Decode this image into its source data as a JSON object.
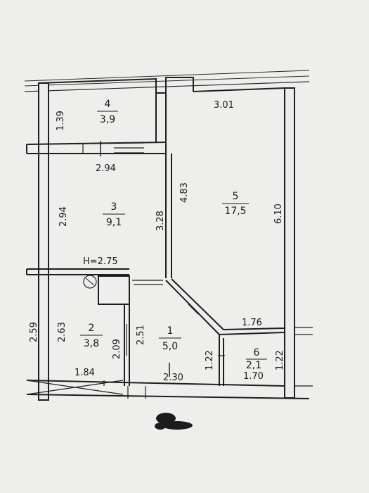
{
  "plan": {
    "ceiling_height": "H=2.75",
    "rooms": [
      {
        "number": "1",
        "area": "5,0"
      },
      {
        "number": "2",
        "area": "3,8"
      },
      {
        "number": "3",
        "area": "9,1"
      },
      {
        "number": "4",
        "area": "3,9"
      },
      {
        "number": "5",
        "area": "17,5"
      },
      {
        "number": "6",
        "area": "2,1"
      }
    ],
    "dimensions": {
      "room4_height": "1.39",
      "top_right_width": "3.01",
      "room3_top_width": "2.94",
      "room3_left_height": "2.94",
      "room3_right_height": "3.28",
      "room5_left_height": "4.83",
      "room5_right_height": "6.10",
      "outer_left_height": "2.59",
      "room2_left_height": "2.63",
      "room2_right_height": "2.09",
      "hall_left_height": "2.51",
      "bottom_left_width": "1.84",
      "bottom_hall_width": "2.30",
      "bath_top_width": "1.76",
      "bath_left_height": "1.22",
      "bath_right_height": "1.22",
      "bath_width": "1.70"
    }
  }
}
